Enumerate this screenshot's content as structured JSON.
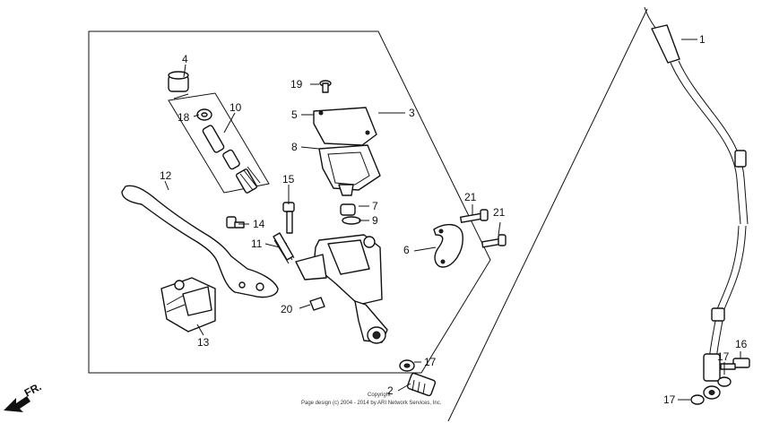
{
  "callouts": {
    "c1": "1",
    "c2": "2",
    "c3": "3",
    "c4": "4",
    "c5": "5",
    "c6": "6",
    "c7": "7",
    "c8": "8",
    "c9": "9",
    "c10": "10",
    "c11": "11",
    "c12": "12",
    "c13": "13",
    "c14": "14",
    "c15": "15",
    "c16": "16",
    "c17a": "17",
    "c17b": "17",
    "c17c": "17",
    "c18": "18",
    "c19": "19",
    "c20": "20",
    "c21a": "21",
    "c21b": "21"
  },
  "direction_label": "FR.",
  "copyright_line1": "Copyright",
  "copyright_line2": "Page design (c) 2004 - 2014 by ARI Network Services, Inc."
}
